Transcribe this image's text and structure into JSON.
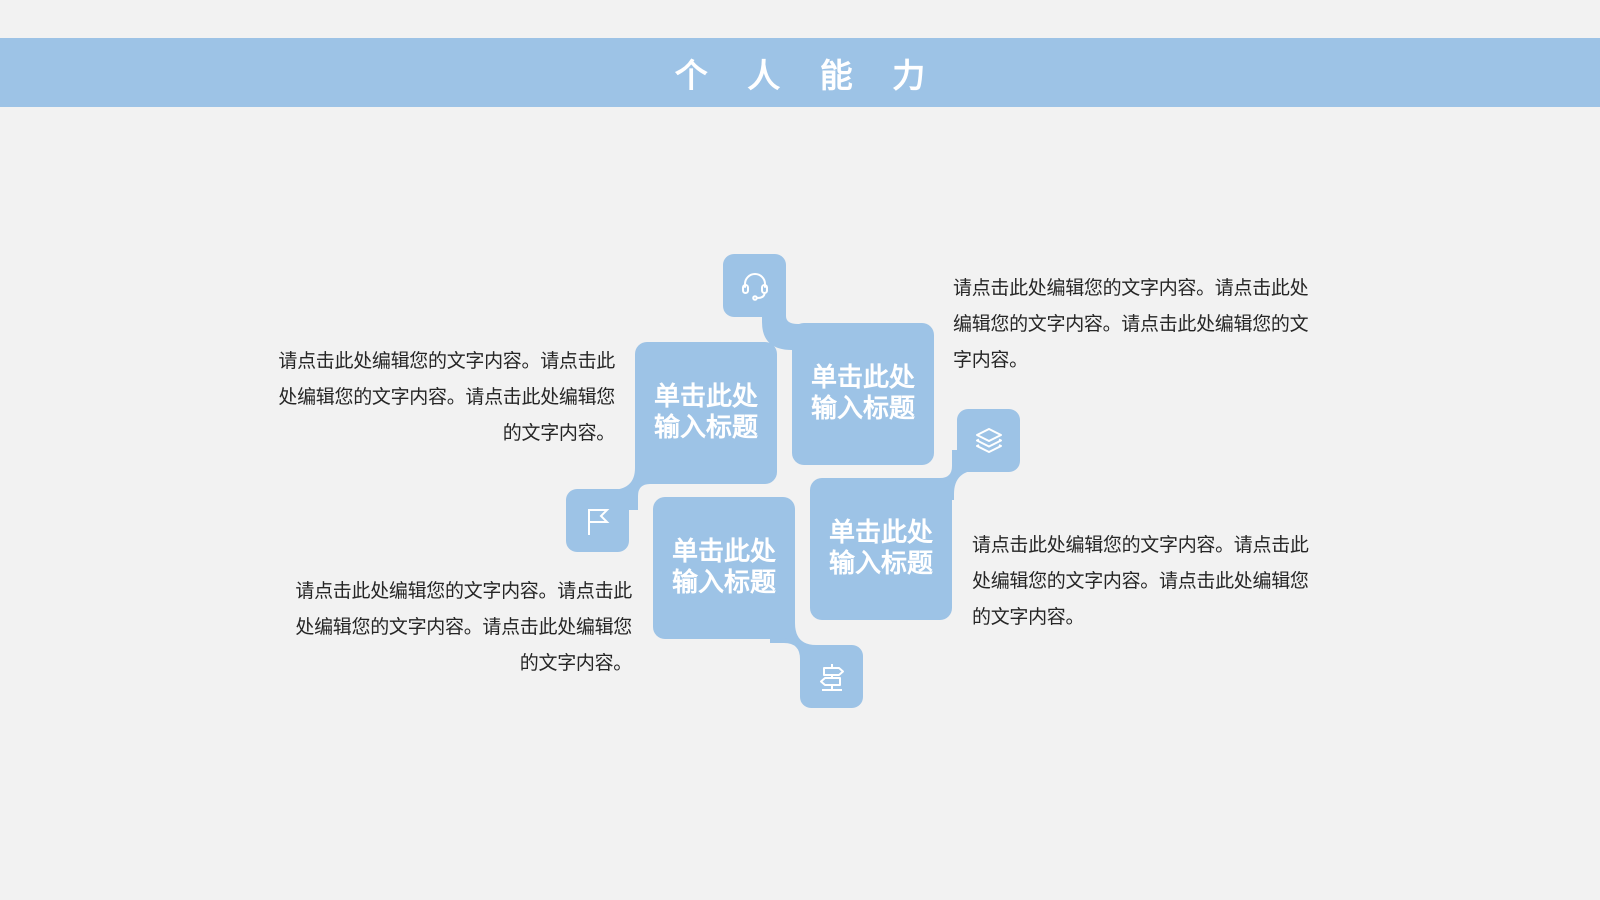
{
  "slide": {
    "title": "个 人 能 力",
    "colors": {
      "background": "#f2f2f2",
      "accent": "#9dc3e6",
      "card_text": "#ffffff",
      "body_text": "#262626"
    }
  },
  "cards": [
    {
      "id": "top-left",
      "line1": "单击此处",
      "line2": "输入标题",
      "icon": "flag-icon"
    },
    {
      "id": "top-right",
      "line1": "单击此处",
      "line2": "输入标题",
      "icon": "headset-icon"
    },
    {
      "id": "bottom-left",
      "line1": "单击此处",
      "line2": "输入标题",
      "icon": "signpost-icon"
    },
    {
      "id": "bottom-right",
      "line1": "单击此处",
      "line2": "输入标题",
      "icon": "layers-icon"
    }
  ],
  "descriptions": [
    {
      "id": "top-left",
      "text": "请点击此处编辑您的文字内容。请点击此处编辑您的文字内容。请点击此处编辑您的文字内容。"
    },
    {
      "id": "top-right",
      "text": "请点击此处编辑您的文字内容。请点击此处编辑您的文字内容。请点击此处编辑您的文字内容。"
    },
    {
      "id": "bottom-left",
      "text": "请点击此处编辑您的文字内容。请点击此处编辑您的文字内容。请点击此处编辑您的文字内容。"
    },
    {
      "id": "bottom-right",
      "text": "请点击此处编辑您的文字内容。请点击此处编辑您的文字内容。请点击此处编辑您的文字内容。"
    }
  ]
}
